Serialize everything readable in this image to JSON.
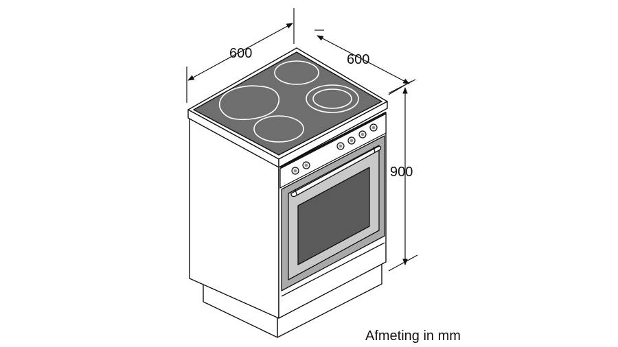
{
  "dimensions": {
    "width": "600",
    "depth": "600",
    "height": "900"
  },
  "caption": "Afmeting in mm",
  "colors": {
    "outline": "#111111",
    "cooktop": "#6e6e6e",
    "cooktop_dark": "#4a4a4a",
    "oven_window": "#5a5a5a",
    "door_frame": "#a9a9a9",
    "body": "#ffffff",
    "shadow_side": "#f2f2f2"
  }
}
